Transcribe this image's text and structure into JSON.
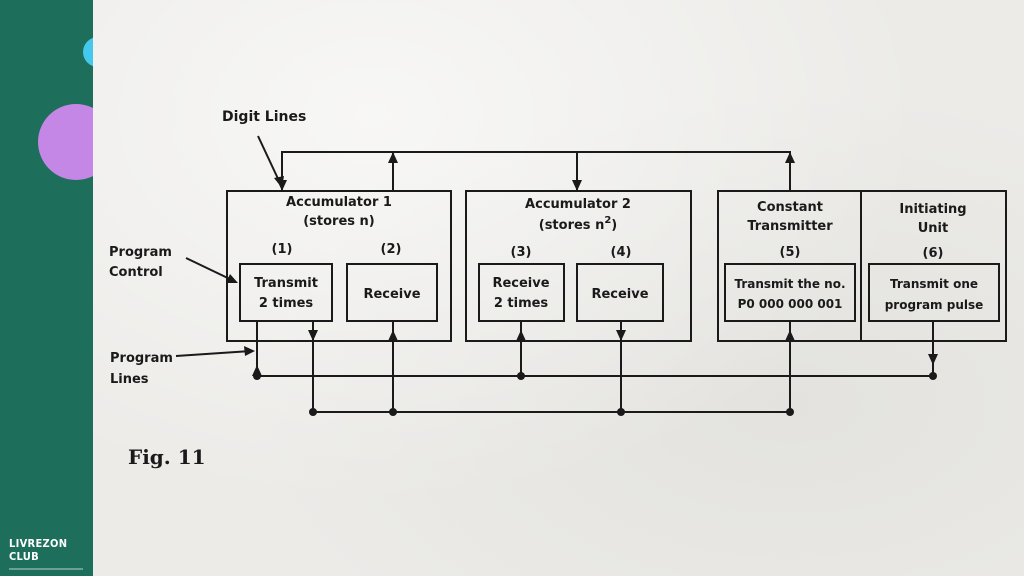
{
  "brand": {
    "name": "LIVREZON CLUB"
  },
  "diagram": {
    "digit_lines": "Digit Lines",
    "program_control": [
      "Program",
      "Control"
    ],
    "program_lines": [
      "Program",
      "Lines"
    ],
    "figure_caption": "Fig. 11",
    "units": [
      {
        "title": [
          "Accumulator 1",
          "(stores n)"
        ],
        "programs": [
          {
            "number": "(1)",
            "label": [
              "Transmit",
              "2 times"
            ]
          },
          {
            "number": "(2)",
            "label": [
              "Receive"
            ]
          }
        ]
      },
      {
        "title": [
          "Accumulator 2",
          "(stores n"
        ],
        "title_superscript": "2",
        "title_close": ")",
        "programs": [
          {
            "number": "(3)",
            "label": [
              "Receive",
              "2 times"
            ]
          },
          {
            "number": "(4)",
            "label": [
              "Receive"
            ]
          }
        ]
      },
      {
        "title": [
          "Constant",
          "Transmitter"
        ],
        "programs": [
          {
            "number": "(5)",
            "label": [
              "Transmit the no.",
              "P0 000 000 001"
            ]
          }
        ]
      },
      {
        "title": [
          "Initiating",
          "Unit"
        ],
        "programs": [
          {
            "number": "(6)",
            "label": [
              "Transmit one",
              "program pulse"
            ]
          }
        ]
      }
    ]
  },
  "colors": {
    "sidebar": "#1e6e5c",
    "accent_blue": "#44c8ec",
    "accent_purple": "#c487e6",
    "ink": "#1a1a1a"
  }
}
